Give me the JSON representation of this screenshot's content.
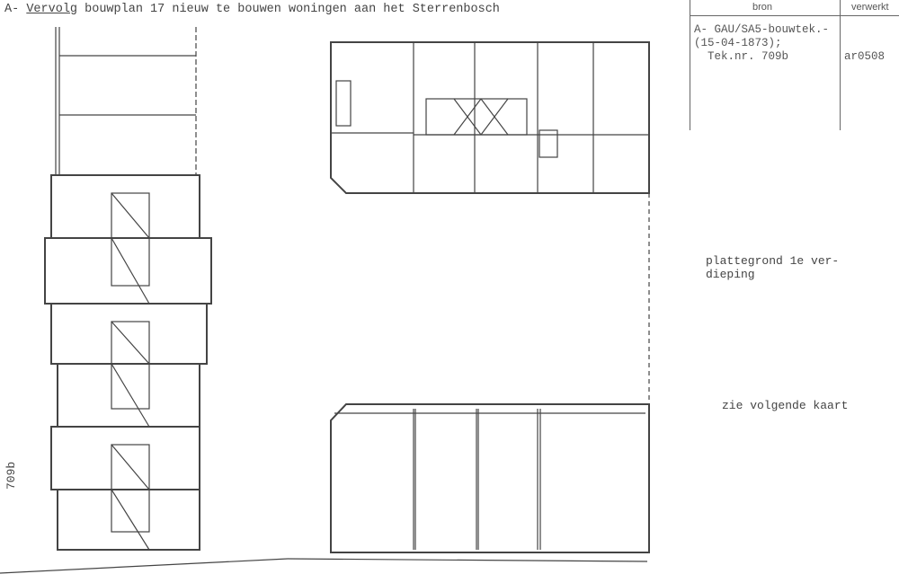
{
  "title": {
    "prefix": "A- ",
    "underlined": "Vervolg",
    "rest": " bouwplan 17 nieuw te bouwen woningen aan het Sterrenbosch"
  },
  "source_table": {
    "headers": [
      "bron",
      "verwerkt"
    ],
    "bron_lines": [
      "A- GAU/SA5-bouwtek.-",
      "(15-04-1873);",
      "  Tek.nr. 709b"
    ],
    "verwerkt": "ar0508"
  },
  "annotations": {
    "floor_label_line1": "plattegrond 1e ver-",
    "floor_label_line2": "dieping",
    "see_next": "zie volgende kaart",
    "side_number": "709b"
  },
  "colors": {
    "ink": "#444444",
    "paper": "#ffffff"
  }
}
